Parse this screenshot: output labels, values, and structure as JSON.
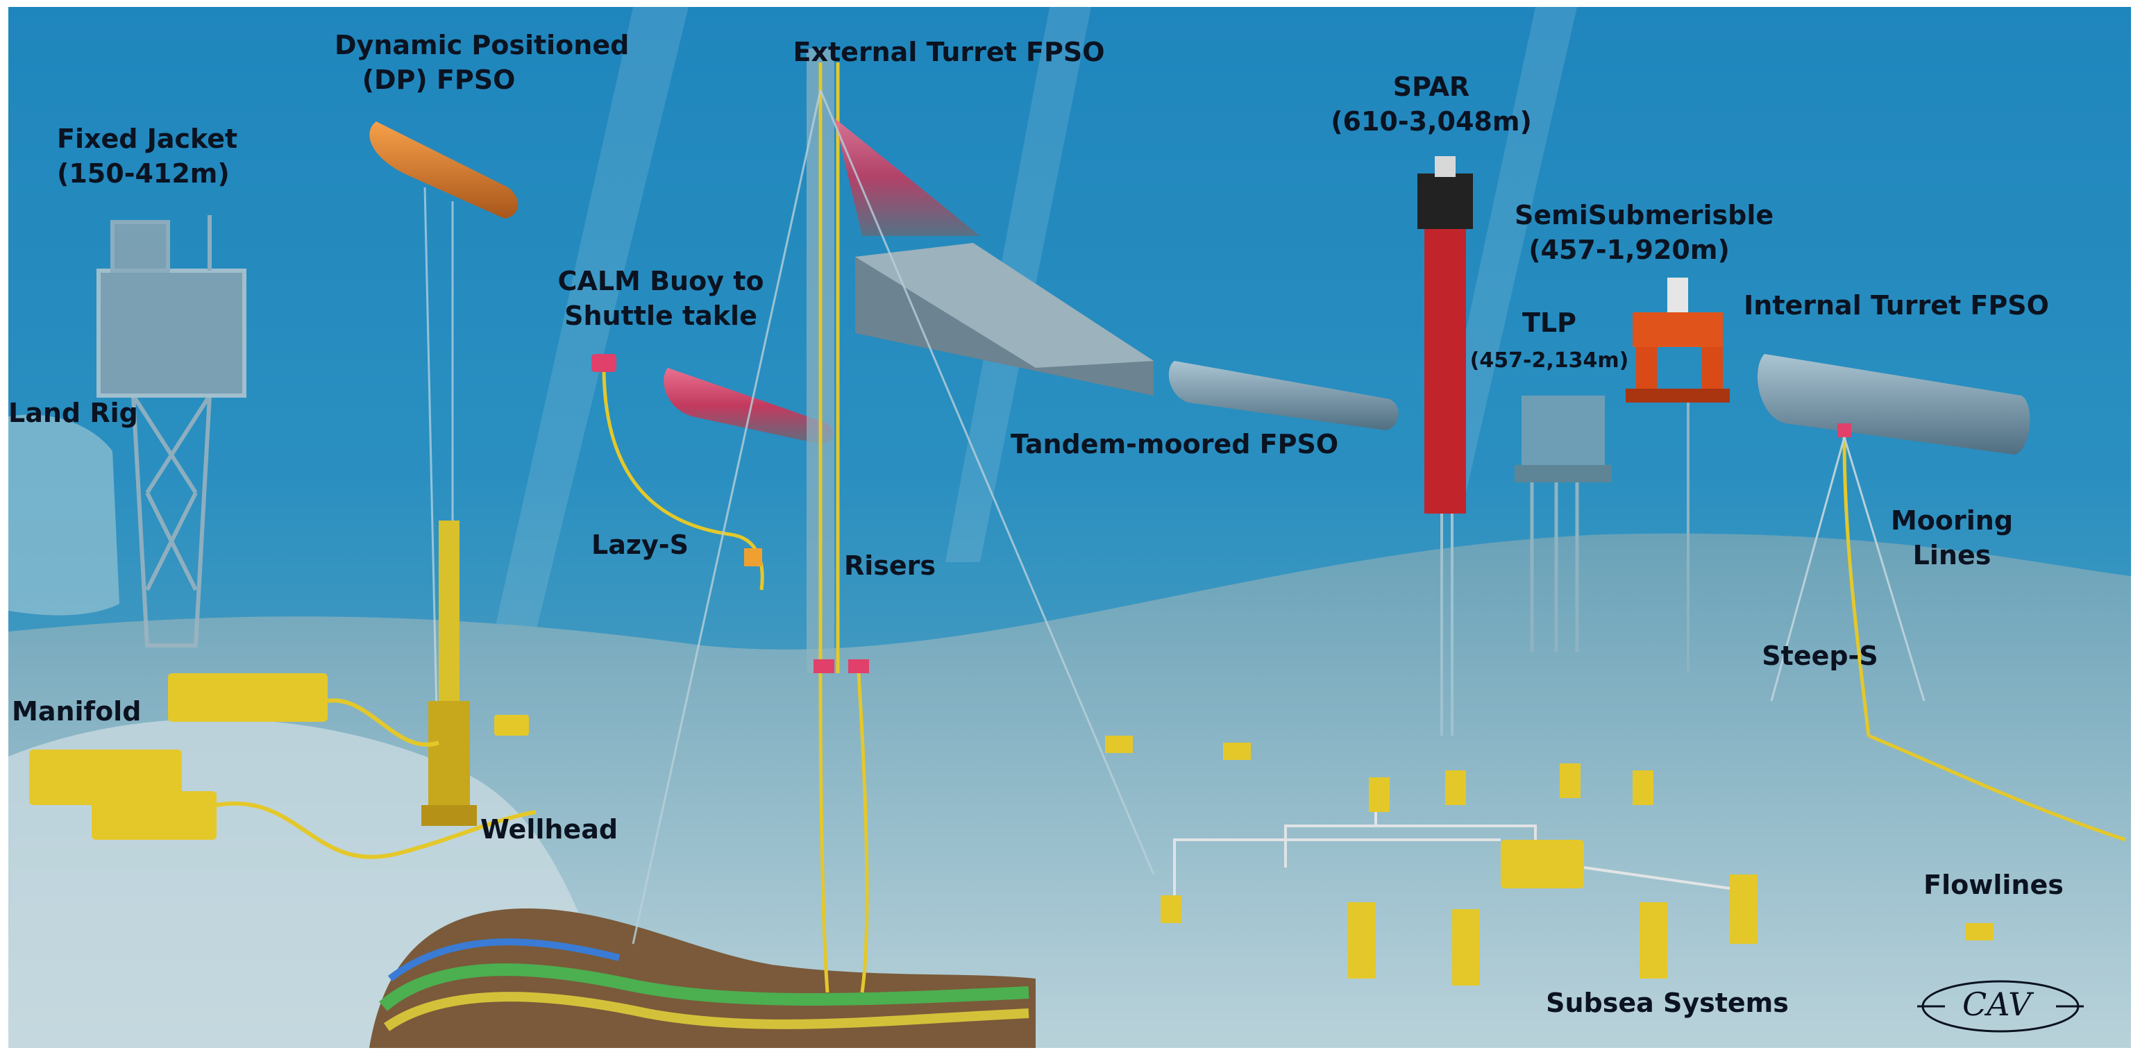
{
  "labels": {
    "dp_fpso": [
      "Dynamic Positioned",
      "(DP) FPSO"
    ],
    "fixed_jacket": [
      "Fixed Jacket",
      "(150-412m)"
    ],
    "external_turret": "External Turret FPSO",
    "spar": [
      "SPAR",
      "(610-3,048m)"
    ],
    "semisub": [
      "SemiSubmerisble",
      "(457-1,920m)"
    ],
    "internal_turret": "Internal Turret FPSO",
    "calm_buoy": [
      "CALM Buoy to",
      "Shuttle takle"
    ],
    "tlp": "TLP",
    "tlp_depth": "(457-2,134m)",
    "land_rig": "Land Rig",
    "tandem": "Tandem-moored FPSO",
    "lazy_s": "Lazy-S",
    "risers": "Risers",
    "mooring": [
      "Mooring",
      "Lines"
    ],
    "steep_s": "Steep-S",
    "manifold": "Manifold",
    "wellhead": "Wellhead",
    "flowlines": "Flowlines",
    "subsea": "Subsea Systems"
  },
  "logo": "CAV"
}
